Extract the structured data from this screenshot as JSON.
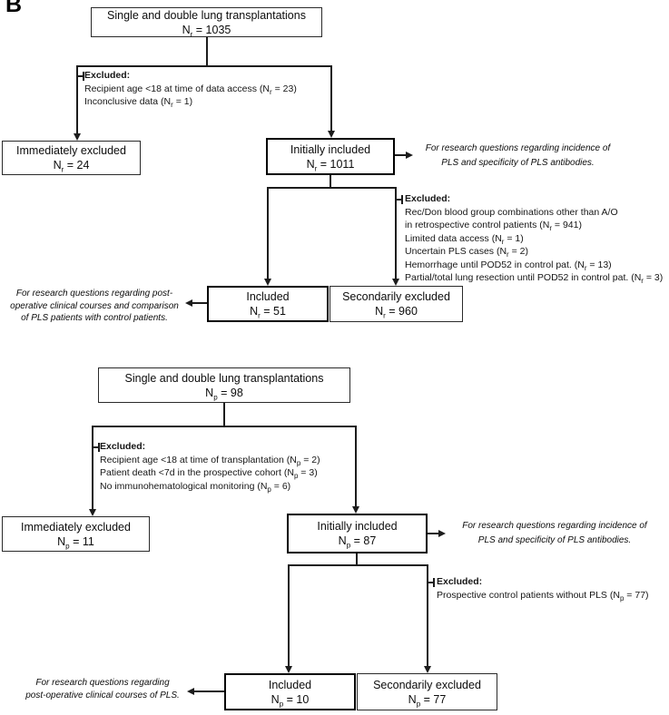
{
  "panel_label": "B",
  "colors": {
    "ink": "#111111",
    "line": "#1c1c1c",
    "background": "#ffffff"
  },
  "charts": [
    {
      "top_box": {
        "title": "Single and double lung transplantations",
        "n": [
          "N",
          {
            "sub": "r"
          },
          " = 1035"
        ]
      },
      "exclusion_initial": {
        "header": "Excluded:",
        "items": [
          [
            "Recipient age <18 at time of data access (N",
            {
              "sub": "r"
            },
            " = 23)"
          ],
          [
            "Inconclusive data  (N",
            {
              "sub": "r"
            },
            " = 1)"
          ]
        ]
      },
      "immediately_excluded": {
        "label": "Immediately excluded",
        "n": [
          "N",
          {
            "sub": "r"
          },
          " = 24"
        ]
      },
      "initially_included": {
        "label": "Initially included",
        "n": [
          "N",
          {
            "sub": "r"
          },
          " = 1011"
        ]
      },
      "incidence_note": [
        "For research questions regarding incidence of",
        "PLS and specificity of PLS antibodies."
      ],
      "exclusion_secondary": {
        "header": "Excluded:",
        "items": [
          [
            "Rec/Don blood group combinations other than A/O"
          ],
          [
            "in retrospective control patients (N",
            {
              "sub": "r"
            },
            " = 941)"
          ],
          [
            "Limited data access (N",
            {
              "sub": "r"
            },
            " = 1)"
          ],
          [
            "Uncertain PLS cases (N",
            {
              "sub": "r"
            },
            " = 2)"
          ],
          [
            "Hemorrhage until POD52 in control pat. (N",
            {
              "sub": "r"
            },
            " = 13)"
          ],
          [
            "Partial/total lung resection until POD52 in control pat. (N",
            {
              "sub": "r"
            },
            " = 3)"
          ]
        ]
      },
      "included": {
        "label": "Included",
        "n": [
          "N",
          {
            "sub": "r"
          },
          " = 51"
        ]
      },
      "secondarily_excluded": {
        "label": "Secondarily excluded",
        "n": [
          "N",
          {
            "sub": "r"
          },
          " = 960"
        ]
      },
      "courses_note": [
        "For research questions regarding post-",
        "operative clinical courses and comparison",
        "of PLS patients with control patients."
      ]
    },
    {
      "top_box": {
        "title": "Single and double lung transplantations",
        "n": [
          "N",
          {
            "sub": "p"
          },
          " = 98"
        ]
      },
      "exclusion_initial": {
        "header": "Excluded:",
        "items": [
          [
            "Recipient age <18 at time of transplantation (N",
            {
              "sub": "p"
            },
            " = 2)"
          ],
          [
            "Patient death <7d in the prospective cohort (N",
            {
              "sub": "p"
            },
            " = 3)"
          ],
          [
            "No immunohematological monitoring (N",
            {
              "sub": "p"
            },
            " = 6)"
          ]
        ]
      },
      "immediately_excluded": {
        "label": "Immediately excluded",
        "n": [
          "N",
          {
            "sub": "p"
          },
          " = 11"
        ]
      },
      "initially_included": {
        "label": "Initially included",
        "n": [
          "N",
          {
            "sub": "p"
          },
          " = 87"
        ]
      },
      "incidence_note": [
        "For research questions regarding incidence of",
        "PLS and specificity of PLS antibodies."
      ],
      "exclusion_secondary": {
        "header": "Excluded:",
        "items": [
          [
            "Prospective control patients without PLS (N",
            {
              "sub": "p"
            },
            " = 77)"
          ]
        ]
      },
      "included": {
        "label": "Included",
        "n": [
          "N",
          {
            "sub": "p"
          },
          " = 10"
        ]
      },
      "secondarily_excluded": {
        "label": "Secondarily excluded",
        "n": [
          "N",
          {
            "sub": "p"
          },
          " = 77"
        ]
      },
      "courses_note": [
        "For research questions regarding",
        "post-operative clinical courses of PLS."
      ]
    }
  ]
}
